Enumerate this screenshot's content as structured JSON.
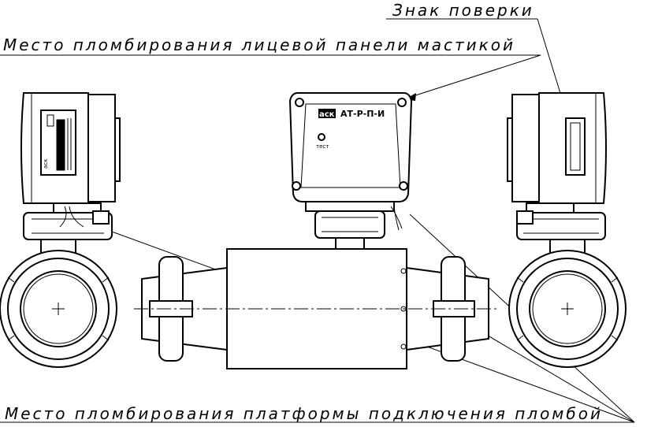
{
  "callouts": {
    "verification_mark": "Знак поверки",
    "front_panel_sealing": "Место пломбирования лицевой панели мастикой",
    "connection_platform_sealing": "Место пломбирования платформы подключения пломбой"
  },
  "front_panel": {
    "brand": "аск",
    "model": "АТ-Р-П-И",
    "test_button": "тест"
  },
  "side_label": {
    "text": "аск"
  }
}
